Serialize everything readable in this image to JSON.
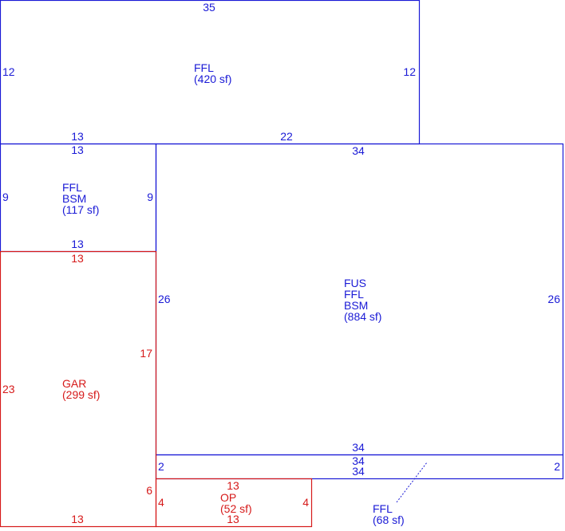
{
  "colors": {
    "living": "#1a1ad6",
    "garage": "#d61a1a"
  },
  "areas": {
    "top_ffl": {
      "lines": [
        "FFL",
        "(420 sf)"
      ]
    },
    "left_bsm": {
      "lines": [
        "FFL",
        "BSM",
        "(117 sf)"
      ]
    },
    "main": {
      "lines": [
        "FUS",
        "FFL",
        "BSM",
        "(884 sf)"
      ]
    },
    "garage": {
      "lines": [
        "GAR",
        "(299 sf)"
      ]
    },
    "porch": {
      "lines": [
        "OP",
        "(52 sf)"
      ]
    },
    "strip_ffl": {
      "lines": [
        "FFL",
        "(68 sf)"
      ]
    }
  },
  "dimensions": {
    "top_top": "35",
    "top_left": "12",
    "top_right": "12",
    "top_bottom_left": "13",
    "top_bottom_right": "22",
    "bsm_top": "13",
    "bsm_left": "9",
    "bsm_right": "9",
    "bsm_bottom": "13",
    "main_top": "34",
    "main_left": "26",
    "main_right": "26",
    "main_bottom": "34",
    "strip_top": "34",
    "strip_bottom": "34",
    "strip_left": "2",
    "strip_right": "2",
    "gar_top": "13",
    "gar_left": "23",
    "gar_right_upper": "17",
    "gar_right_lower": "6",
    "gar_bottom": "13",
    "op_top": "13",
    "op_bottom": "13",
    "op_left": "4",
    "op_right": "4"
  }
}
